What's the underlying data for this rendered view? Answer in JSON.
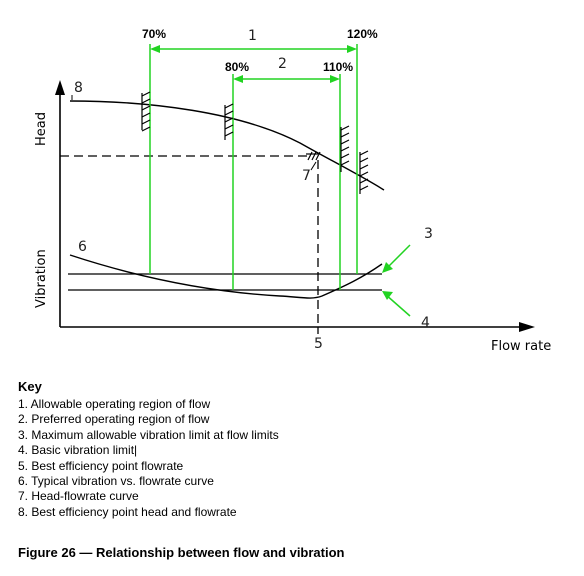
{
  "diagram": {
    "axis_y_head": "Head",
    "axis_y_vibration": "Vibration",
    "axis_x": "Flow rate",
    "percent_labels": [
      "70%",
      "120%",
      "80%",
      "110%"
    ],
    "region_numbers": [
      "1",
      "2"
    ],
    "callouts": [
      "3",
      "4",
      "5",
      "6",
      "7",
      "8"
    ],
    "colors": {
      "region_lines": "#22d322",
      "curves": "#000000",
      "arrows": "#22d322"
    }
  },
  "key": {
    "title": "Key",
    "items": [
      "1. Allowable operating region of flow",
      "2. Preferred operating region of flow",
      "3. Maximum allowable vibration limit at flow limits",
      "4. Basic vibration limit|",
      "5. Best efficiency point flowrate",
      "6. Typical vibration  vs. flowrate curve",
      "7. Head-flowrate curve",
      "8. Best efficiency point head and flowrate"
    ]
  },
  "caption": "Figure 26 — Relationship between flow and vibration"
}
